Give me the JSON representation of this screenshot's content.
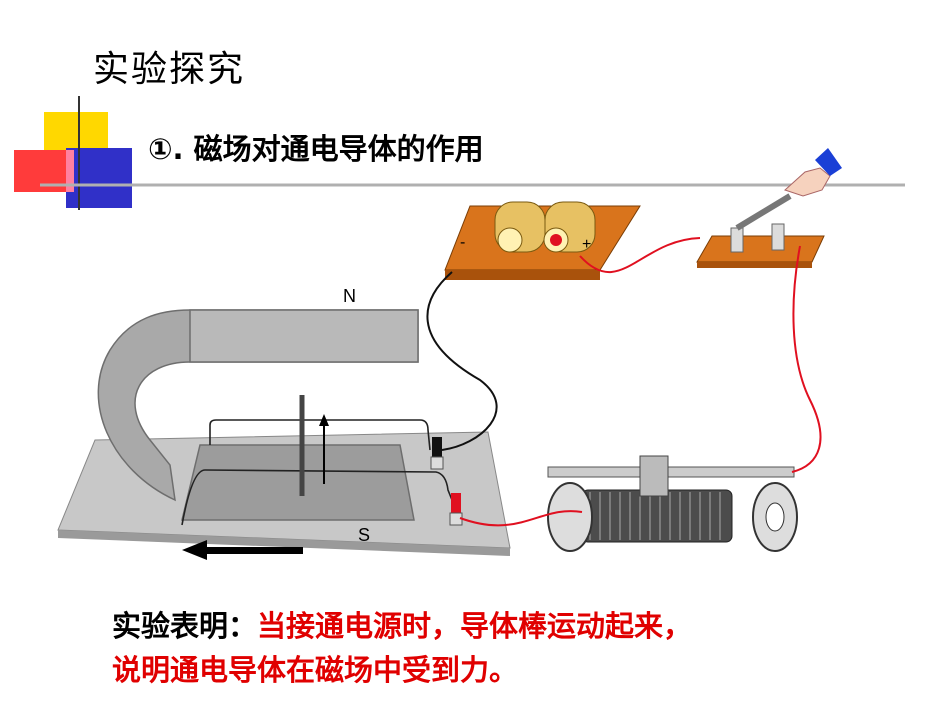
{
  "slide": {
    "title": "实验探究",
    "subtitle": "①. 磁场对通电导体的作用",
    "conclusion": {
      "label": "实验表明：",
      "line1": "当接通电源时，导体棒运动起来，",
      "line2": "说明通电导体在磁场中受到力。"
    }
  },
  "diagram": {
    "magnet_north_label": "N",
    "magnet_south_label": "S",
    "battery_minus": "-",
    "battery_plus": "+",
    "colors": {
      "wire_red": "#e01020",
      "wire_black": "#111111",
      "board": "#d9741c",
      "magnet": "#a9a9a9"
    }
  }
}
